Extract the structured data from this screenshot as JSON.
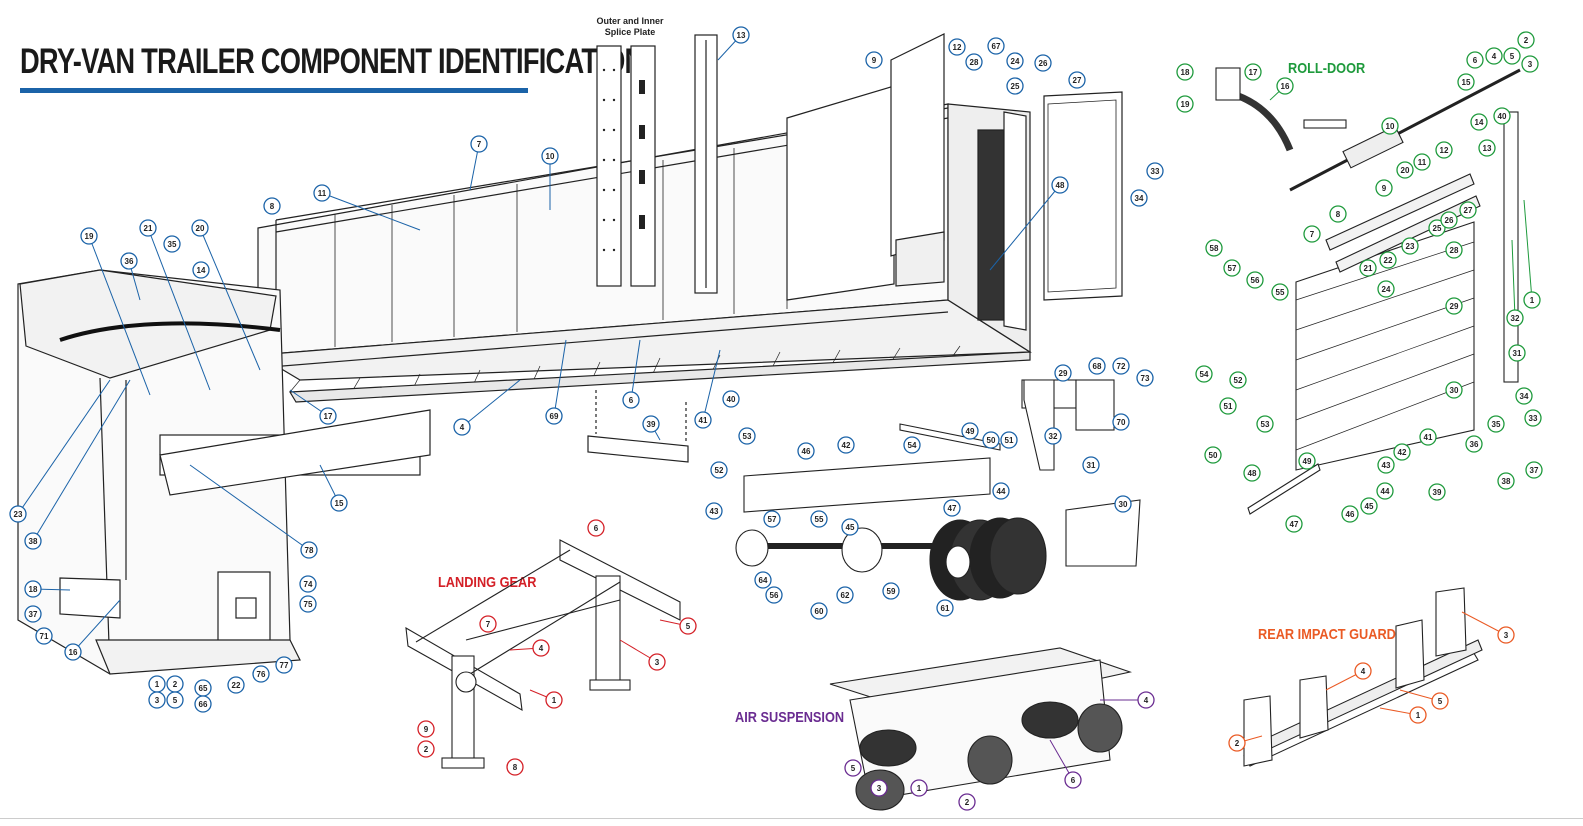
{
  "title": "DRY-VAN TRAILER COMPONENT IDENTIFICATION",
  "splice_plate_label": [
    "Outer and Inner",
    "Splice Plate"
  ],
  "sections": {
    "roll_door": "ROLL-DOOR",
    "landing_gear": "LANDING GEAR",
    "air_suspension": "AIR SUSPENSION",
    "rear_impact_guard": "REAR IMPACT GUARD"
  },
  "colors": {
    "title_rule": "#1b63a8",
    "main_callouts": "#1b63a8",
    "roll_door": "#1e9a3c",
    "landing_gear": "#d42027",
    "air_suspension": "#6a2c91",
    "rear_impact_guard": "#ea5a24"
  },
  "callouts": {
    "main": [
      "1",
      "2",
      "3",
      "4",
      "5",
      "6",
      "7",
      "8",
      "9",
      "10",
      "11",
      "12",
      "13",
      "14",
      "15",
      "16",
      "17",
      "18",
      "19",
      "20",
      "21",
      "22",
      "23",
      "24",
      "25",
      "26",
      "27",
      "28",
      "29",
      "30",
      "31",
      "32",
      "33",
      "34",
      "35",
      "36",
      "37",
      "38",
      "39",
      "40",
      "41",
      "42",
      "43",
      "44",
      "45",
      "46",
      "47",
      "48",
      "49",
      "50",
      "51",
      "52",
      "53",
      "54",
      "55",
      "56",
      "57",
      "59",
      "60",
      "61",
      "62",
      "64",
      "65",
      "66",
      "67",
      "68",
      "69",
      "70",
      "71",
      "72",
      "73",
      "74",
      "75",
      "76",
      "77",
      "78"
    ],
    "roll_door": [
      "1",
      "2",
      "3",
      "4",
      "5",
      "6",
      "7",
      "8",
      "9",
      "10",
      "11",
      "12",
      "13",
      "14",
      "15",
      "16",
      "17",
      "18",
      "19",
      "20",
      "21",
      "22",
      "23",
      "24",
      "25",
      "26",
      "27",
      "28",
      "29",
      "30",
      "31",
      "32",
      "33",
      "34",
      "35",
      "36",
      "37",
      "38",
      "39",
      "40",
      "41",
      "42",
      "43",
      "44",
      "45",
      "46",
      "47",
      "48",
      "49",
      "50",
      "51",
      "52",
      "53",
      "54",
      "55",
      "56",
      "57",
      "58"
    ],
    "landing_gear": [
      "1",
      "2",
      "3",
      "4",
      "5",
      "6",
      "7",
      "8",
      "9"
    ],
    "air_suspension": [
      "1",
      "2",
      "3",
      "4",
      "5",
      "6"
    ],
    "rear_impact_guard": [
      "1",
      "2",
      "3",
      "4",
      "5"
    ]
  }
}
